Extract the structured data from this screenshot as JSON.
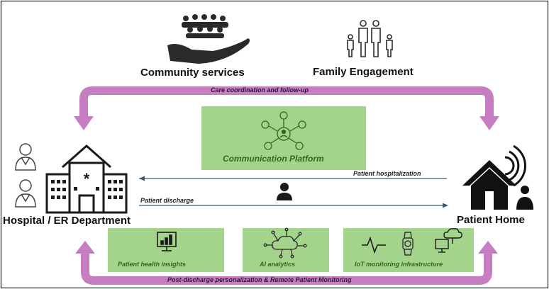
{
  "labels": {
    "community_services": "Community services",
    "family_engagement": "Family Engagement",
    "care_coordination": "Care coordination and follow-up",
    "communication_platform": "Communication Platform",
    "patient_hospitalization": "Patient hospitalization",
    "patient_discharge": "Patient discharge",
    "hospital": "Hospital / ER Department",
    "patient_home": "Patient Home",
    "patient_health_insights": "Patient health insights",
    "ai_analytics": "AI analytics",
    "iot_monitoring": "IoT monitoring infrastructure",
    "post_discharge": "Post-discharge personalization & Remote Patient Monitoring"
  },
  "colors": {
    "arc": "#c77dc2",
    "green_box": "#a4d48b",
    "green_text": "#2e6a1c",
    "dark": "#1a1a1a",
    "line": "#3a5a7a"
  },
  "icons": [
    "people-in-hand-icon",
    "family-icon",
    "network-icon",
    "doctor-icon",
    "hospital-icon",
    "patient-icon",
    "home-wifi-icon",
    "monitor-chart-icon",
    "cloud-ai-icon",
    "heartbeat-icon",
    "smartwatch-icon",
    "cloud-computer-icon"
  ]
}
